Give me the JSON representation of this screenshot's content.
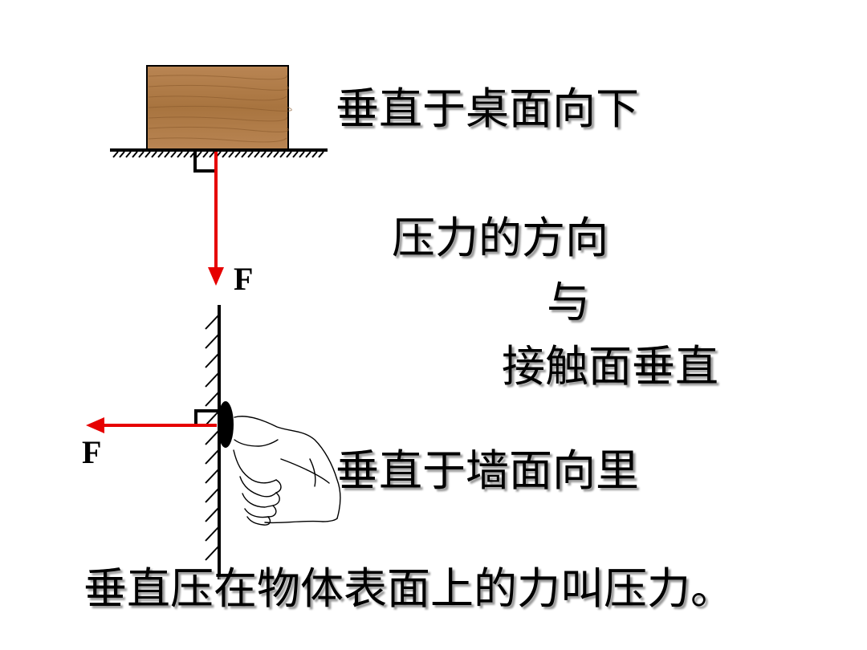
{
  "labels": {
    "force_top": "F",
    "force_left": "F"
  },
  "texts": {
    "table_direction": "垂直于桌面向下",
    "pressure_direction_line1": "压力的方向",
    "pressure_direction_line2": "与",
    "pressure_direction_line3": "接触面垂直",
    "wall_direction": "垂直于墙面向里",
    "definition": "垂直压在物体表面上的力叫压力。"
  },
  "colors": {
    "force_arrow": "#e60000",
    "block_wood": "#b07a48",
    "outline": "#000000"
  }
}
